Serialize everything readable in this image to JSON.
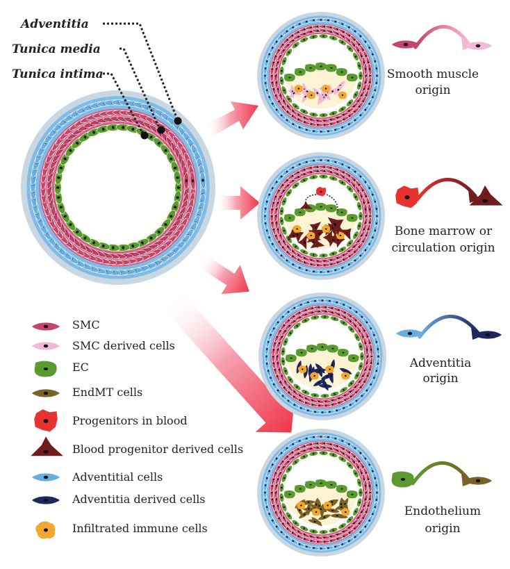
{
  "layer_labels": {
    "adventitia": "Adventitia",
    "tunica_media": "Tunica media",
    "tunica_intima": "Tunica intima"
  },
  "origins": [
    {
      "line1": "Smooth muscle",
      "line2": "origin",
      "from_color": "#c2466a",
      "to_color": "#f2b8d4"
    },
    {
      "line1": "Bone marrow or",
      "line2": "circulation origin",
      "from_color": "#e8322f",
      "to_color": "#6e1c1c"
    },
    {
      "line1": "Adventitia",
      "line2": "origin",
      "from_color": "#6aaee0",
      "to_color": "#1f2660"
    },
    {
      "line1": "Endothelium",
      "line2": "origin",
      "from_color": "#5a9a2e",
      "to_color": "#7a6227"
    }
  ],
  "legend": [
    {
      "label": "SMC",
      "icon": "smc-cell-icon",
      "color": "#c2466a"
    },
    {
      "label": "SMC derived cells",
      "icon": "smc-derived-cell-icon",
      "color": "#f2b8d4"
    },
    {
      "label": "EC",
      "icon": "ec-cell-icon",
      "color": "#5a9a2e"
    },
    {
      "label": "EndMT cells",
      "icon": "endmt-cell-icon",
      "color": "#7a6227"
    },
    {
      "label": "Progenitors in blood",
      "icon": "blood-progenitor-icon",
      "color": "#e8322f"
    },
    {
      "label": "Blood progenitor derived cells",
      "icon": "blood-progenitor-derived-cell-icon",
      "color": "#6e1c1c"
    },
    {
      "label": "Adventitial cells",
      "icon": "adventitial-cell-icon",
      "color": "#6aaee0"
    },
    {
      "label": "Adventitia derived cells",
      "icon": "adventitia-derived-cell-icon",
      "color": "#1f2660"
    },
    {
      "label": "Infiltrated immune cells",
      "icon": "immune-cell-icon",
      "color": "#f0a830"
    }
  ],
  "colors": {
    "smc": "#c2466a",
    "smc_derived": "#f2b8d4",
    "ec": "#5a9a2e",
    "endmt": "#7a6227",
    "progenitor": "#e8322f",
    "progenitor_derived": "#6e1c1c",
    "adventitial": "#6aaee0",
    "adventitia_derived": "#1f2660",
    "immune": "#f0a830",
    "arrow": "#f0364a",
    "vessel_border": "#c9d7e3",
    "lumen_lesion": "#fbf3d4"
  }
}
